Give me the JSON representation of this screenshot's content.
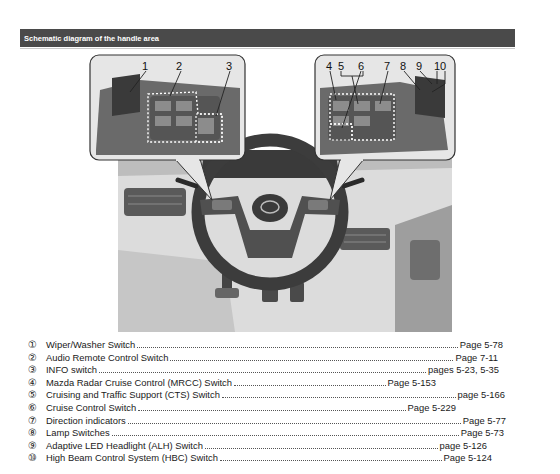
{
  "diagram": {
    "title": "Schematic diagram of the handle area",
    "labels": [
      "1",
      "2",
      "3",
      "4",
      "5",
      "6",
      "7",
      "8",
      "9",
      "10",
      "①",
      "Wiper/Washer Switch",
      "Page 5-78",
      "②",
      "Audio Remote Control Switch",
      "Page 7-11",
      "③",
      "INFO switch",
      "pages 5-23, 5-35",
      "④",
      "Mazda Radar Cruise Control (MRCC) Switch",
      "Page 5-153",
      "⑤",
      "Cruising and Traffic Support (CTS) Switch",
      "page 5-166",
      "⑥",
      "Cruise Control Switch",
      "Page 5-229",
      "⑦",
      "Direction indicators",
      "Page 5-77",
      "⑧",
      "Lamp Switches",
      "Page 5-73",
      "⑨",
      "Adaptive LED Headlight (ALH) Switch",
      "page 5-126",
      "⑩",
      "High Beam Control System (HBC) Switch",
      "Page 5-124"
    ]
  }
}
